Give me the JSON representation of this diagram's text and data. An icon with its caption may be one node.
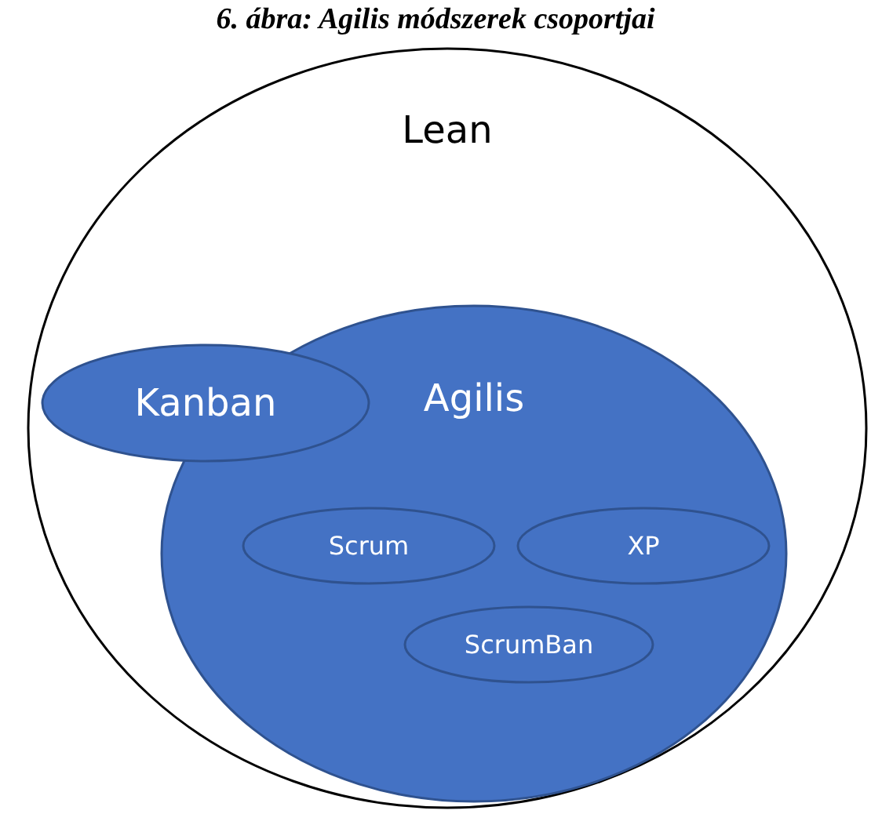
{
  "diagram": {
    "title": "6. ábra: Agilis módszerek csoportjai",
    "nodes": [
      {
        "text": [
          "Lean"
        ]
      },
      {
        "text": [
          "Kanban"
        ],
        "in": 0
      },
      {
        "text": [
          "Agilis"
        ],
        "in": 0
      },
      {
        "text": [
          "Scrum"
        ],
        "in": 2
      },
      {
        "text": [
          "XP"
        ],
        "in": 2
      },
      {
        "text": [
          "ScrumBan"
        ],
        "in": 2
      }
    ]
  }
}
